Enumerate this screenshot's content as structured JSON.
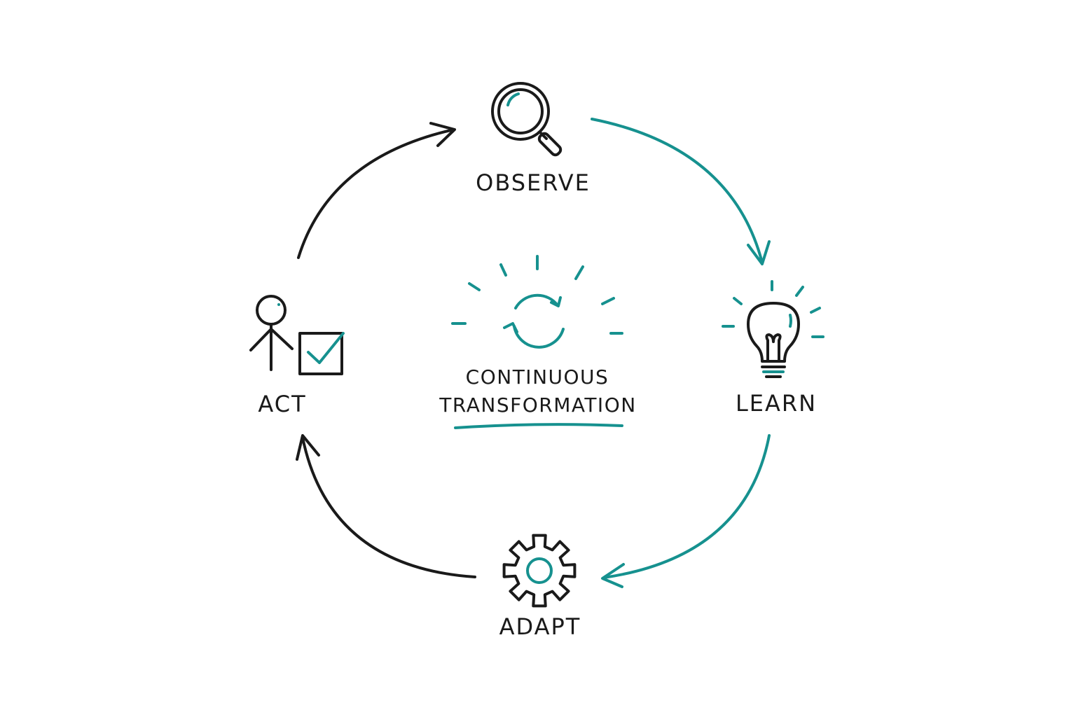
{
  "colors": {
    "ink": "#1a1a1a",
    "accent": "#16918f",
    "background": "#ffffff"
  },
  "stages": {
    "observe": {
      "label": "OBSERVE",
      "icon": "magnifying-glass-icon"
    },
    "learn": {
      "label": "LEARN",
      "icon": "lightbulb-icon"
    },
    "adapt": {
      "label": "ADAPT",
      "icon": "gear-icon"
    },
    "act": {
      "label": "ACT",
      "icon": "person-checkbox-icon"
    }
  },
  "center": {
    "line1": "CONTINUOUS",
    "line2": "TRANSFORMATION",
    "icon": "cycle-arrows-icon"
  }
}
